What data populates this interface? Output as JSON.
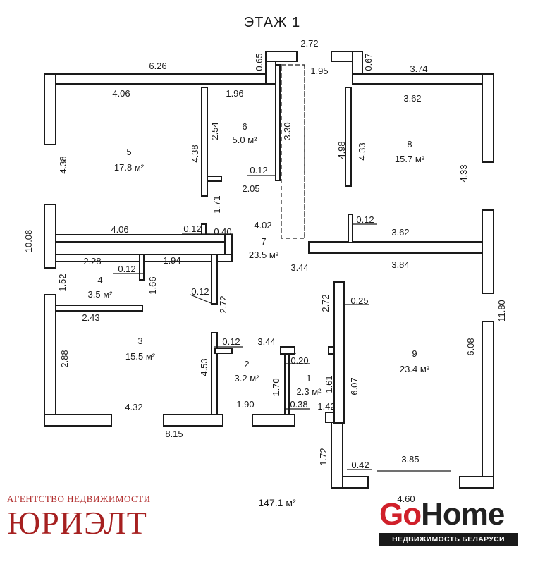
{
  "title": "ЭТАЖ 1",
  "total_area": "147.1 м²",
  "rooms": [
    {
      "number": "1",
      "area": "2.3 м²"
    },
    {
      "number": "2",
      "area": "3.2 м²"
    },
    {
      "number": "3",
      "area": "15.5 м²"
    },
    {
      "number": "4",
      "area": "3.5 м²"
    },
    {
      "number": "5",
      "area": "17.8 м²"
    },
    {
      "number": "6",
      "area": "5.0 м²"
    },
    {
      "number": "7",
      "area": "23.5 м²"
    },
    {
      "number": "8",
      "area": "15.7 м²"
    },
    {
      "number": "9",
      "area": "23.4 м²"
    }
  ],
  "dimensions": {
    "top_left_ext": "6.26",
    "top_notch_left": "0.65",
    "top_center_ext": "2.72",
    "top_notch_right": "0.67",
    "top_right_ext": "3.74",
    "top_center_int": "1.95",
    "r5_top": "4.06",
    "r6_top": "1.96",
    "r8_top": "3.62",
    "r5_left": "4.38",
    "r5_right": "4.38",
    "r6_left": "2.54",
    "r6_right": "3.30",
    "r6_small": "0.12",
    "r6_bottom": "2.05",
    "r7_left_height": "1.71",
    "r7_width": "4.02",
    "r8_left_a": "4.98",
    "r8_left_b": "4.33",
    "r8_right": "4.33",
    "left_total": "10.08",
    "r5_bottom": "4.06",
    "w_012_a": "0.12",
    "w_040": "0.40",
    "r8_small": "0.12",
    "r8_bottom": "3.62",
    "r4_top": "2.28",
    "r4_small": "0.12",
    "r4_top_b": "1.94",
    "r4_right": "1.66",
    "r4_left": "1.52",
    "r4_bottom": "2.43",
    "r3_small": "0.12",
    "r3_right_top": "2.72",
    "r7_bottom": "3.44",
    "r9_top": "3.84",
    "r9_left_top": "2.72",
    "r9_small": "0.25",
    "right_total": "11.80",
    "r3_left": "2.88",
    "r2_small": "0.12",
    "r2_top": "3.44",
    "r1_small": "0.20",
    "r3_right": "4.53",
    "r2_right": "1.70",
    "r1_right": "1.61",
    "r9_left": "6.07",
    "r9_right": "6.08",
    "r1_small_b": "0.38",
    "r1_bottom": "1.42",
    "r3_bottom": "4.32",
    "r2_bottom": "1.90",
    "bottom_total": "8.15",
    "porch_left": "1.72",
    "porch_small": "0.42",
    "r9_bottom": "3.85",
    "bottom_right_ext": "4.60"
  },
  "branding": {
    "agency_subtitle": "АГЕНТСТВО НЕДВИЖИМОСТИ",
    "agency_name": "ЮРИЭЛТ",
    "logo_go": "Go",
    "logo_home": "Home",
    "logo_tagline": "НЕДВИЖИМОСТЬ БЕЛАРУСИ"
  }
}
